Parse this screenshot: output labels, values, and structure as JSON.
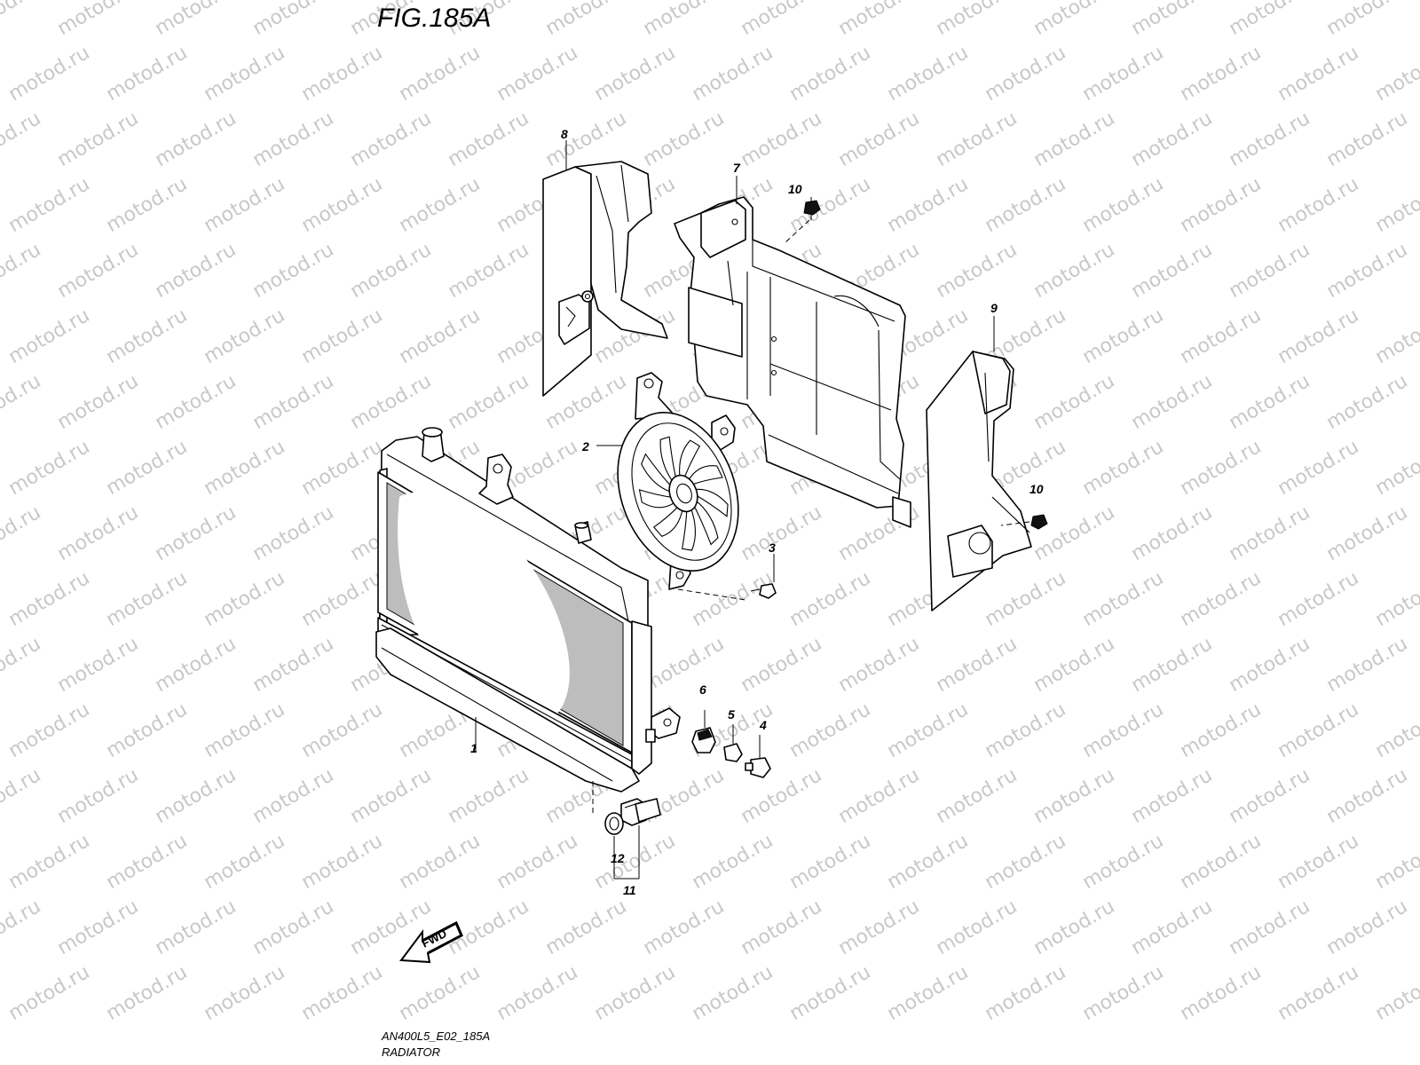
{
  "figure": {
    "title": "FIG.185A"
  },
  "watermark": {
    "text": "motod.ru"
  },
  "callouts": [
    {
      "id": "1",
      "label": "1"
    },
    {
      "id": "2",
      "label": "2"
    },
    {
      "id": "3",
      "label": "3"
    },
    {
      "id": "4",
      "label": "4"
    },
    {
      "id": "5",
      "label": "5"
    },
    {
      "id": "6",
      "label": "6"
    },
    {
      "id": "7",
      "label": "7"
    },
    {
      "id": "8",
      "label": "8"
    },
    {
      "id": "9",
      "label": "9"
    },
    {
      "id": "10a",
      "label": "10"
    },
    {
      "id": "10b",
      "label": "10"
    },
    {
      "id": "11",
      "label": "11"
    },
    {
      "id": "12",
      "label": "12"
    }
  ],
  "direction": {
    "label": "FWD"
  },
  "footer": {
    "code": "AN400L5_E02_185A",
    "caption": "RADIATOR"
  }
}
